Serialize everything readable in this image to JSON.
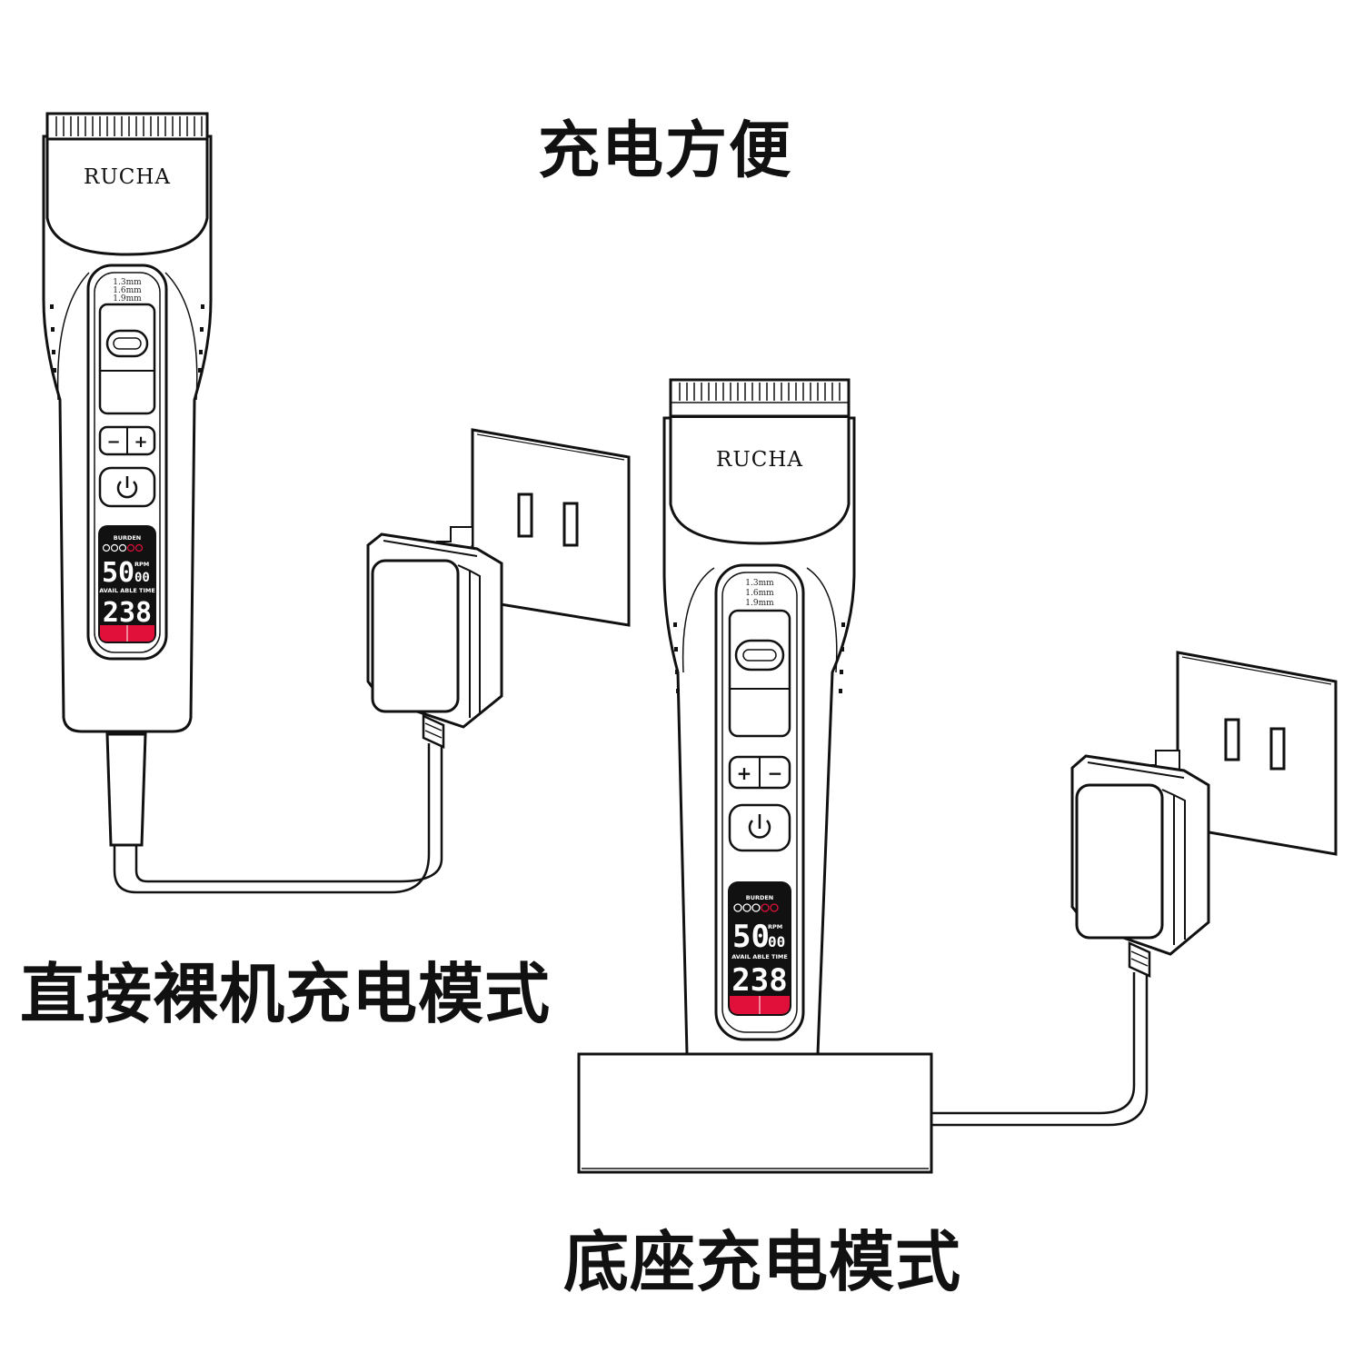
{
  "title": "充电方便",
  "modes": {
    "direct": {
      "label": "直接裸机充电模式"
    },
    "dock": {
      "label": "底座充电模式"
    }
  },
  "clipper": {
    "brand": "RUCHA",
    "blade_specs": [
      "1.3mm",
      "1.6mm",
      "1.9mm"
    ],
    "display": {
      "burden_label": "BURDEN",
      "rpm_value": "50",
      "rpm_sub": "00",
      "rpm_unit": "RPM",
      "time_label": "AVAIL ABLE TIME",
      "time_value": "238"
    },
    "minus_symbol": "−",
    "plus_symbol": "+"
  },
  "colors": {
    "accent_red": "#e0103a",
    "line": "#111111"
  }
}
